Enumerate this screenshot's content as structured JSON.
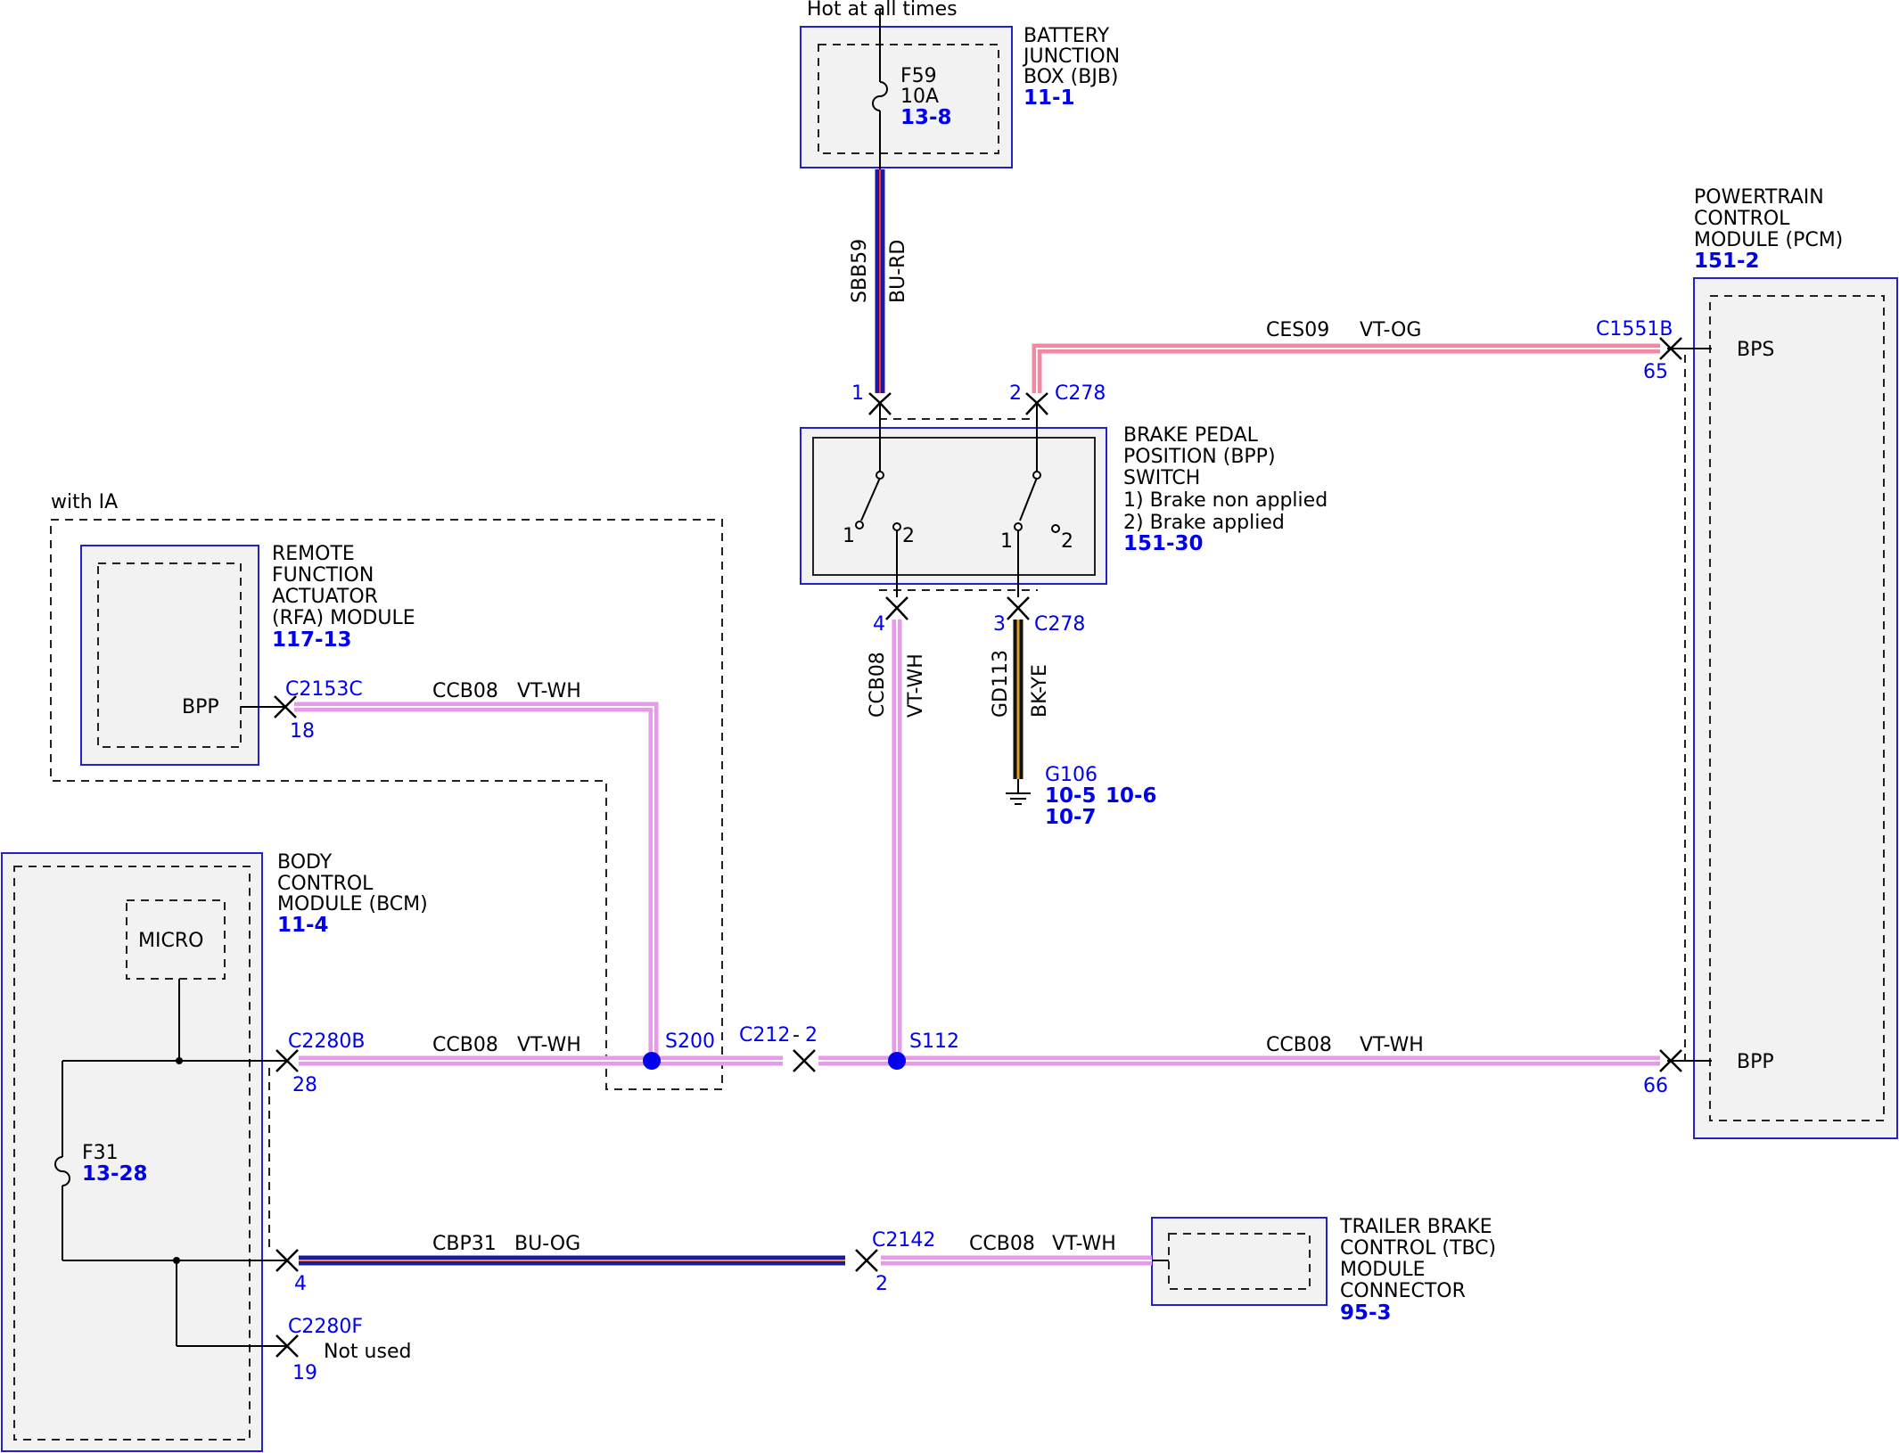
{
  "header": {
    "hot_label": "Hot at all times",
    "ia_label": "with IA"
  },
  "bjb": {
    "name_lines": [
      "BATTERY",
      "JUNCTION",
      "BOX (BJB)"
    ],
    "ref": "11-1",
    "fuse": "F59",
    "fuse_rating": "10A",
    "fuse_ref": "13-8"
  },
  "pcm": {
    "name_lines": [
      "POWERTRAIN",
      "CONTROL",
      "MODULE (PCM)"
    ],
    "ref": "151-2",
    "pin_bps": "BPS",
    "pin_bpp": "BPP",
    "conn": "C1551B",
    "pin65": "65",
    "pin66": "66"
  },
  "bpp_switch": {
    "name_lines": [
      "BRAKE PEDAL",
      "POSITION (BPP)",
      "SWITCH",
      "1) Brake non applied",
      "2) Brake applied"
    ],
    "ref": "151-30",
    "conn_top": "C278",
    "conn_bottom": "C278",
    "pin1": "1",
    "pin2": "2",
    "pin3": "3",
    "pin4": "4",
    "left_sw_1": "1",
    "left_sw_2": "2",
    "right_sw_1": "1",
    "right_sw_2": "2"
  },
  "rfa": {
    "name_lines": [
      "REMOTE",
      "FUNCTION",
      "ACTUATOR",
      "(RFA) MODULE"
    ],
    "ref": "117-13",
    "pin": "BPP",
    "conn": "C2153C",
    "pin_num": "18"
  },
  "bcm": {
    "name_lines": [
      "BODY",
      "CONTROL",
      "MODULE (BCM)"
    ],
    "ref": "11-4",
    "micro": "MICRO",
    "fuse": "F31",
    "fuse_ref": "13-28",
    "conn_b": "C2280B",
    "pin28": "28",
    "pin4": "4",
    "conn_f": "C2280F",
    "pin19": "19",
    "not_used": "Not used"
  },
  "tbc": {
    "name_lines": [
      "TRAILER BRAKE",
      "CONTROL (TBC)",
      "MODULE",
      "CONNECTOR"
    ],
    "ref": "95-3",
    "conn": "C2142",
    "pin2": "2"
  },
  "ground": {
    "name": "G106",
    "refs": [
      "10-5",
      "10-6",
      "10-7"
    ]
  },
  "splices": {
    "s200": "S200",
    "s112": "S112",
    "c212": "C212",
    "c212_pin": "2"
  },
  "wires": {
    "sbb59": {
      "circuit": "SBB59",
      "color": "BU-RD"
    },
    "ces09": {
      "circuit": "CES09",
      "color": "VT-OG"
    },
    "ccb08_rfa": {
      "circuit": "CCB08",
      "color": "VT-WH"
    },
    "ccb08_bcm": {
      "circuit": "CCB08",
      "color": "VT-WH"
    },
    "ccb08_pcm": {
      "circuit": "CCB08",
      "color": "VT-WH"
    },
    "ccb08_vert": {
      "circuit": "CCB08",
      "color": "VT-WH"
    },
    "gd113": {
      "circuit": "GD113",
      "color": "BK-YE"
    },
    "cbp31": {
      "circuit": "CBP31",
      "color": "BU-OG"
    },
    "ccb08_tbc": {
      "circuit": "CCB08",
      "color": "VT-WH"
    }
  },
  "colors": {
    "module_border": "#2222cc",
    "module_fill": "#f2f2f2",
    "ref_text": "#0000ee",
    "wire_vt_wh": "#e79ae7",
    "wire_vt_og": "#f08aa0",
    "wire_bu": "#1a1aa0",
    "wire_bk": "#111111",
    "wire_ye_stripe": "#e0a020",
    "splice_dot": "#0000ee"
  }
}
